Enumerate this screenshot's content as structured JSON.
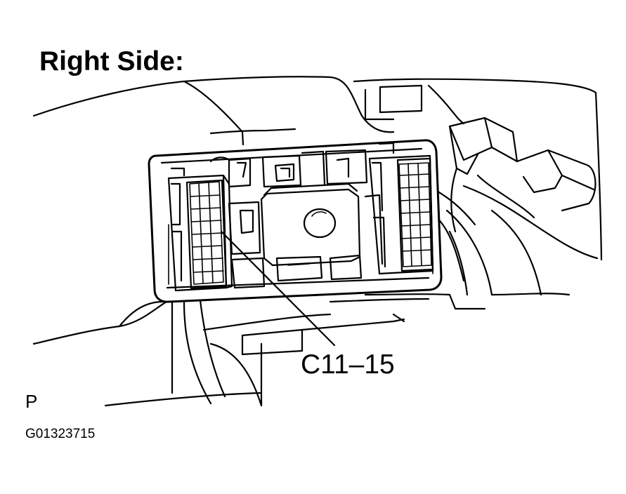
{
  "diagram": {
    "heading": "Right Side:",
    "callout": "C11–15",
    "view_mark": "P",
    "figure_id": "G01323715",
    "line_color": "#000000",
    "background": "#ffffff"
  }
}
